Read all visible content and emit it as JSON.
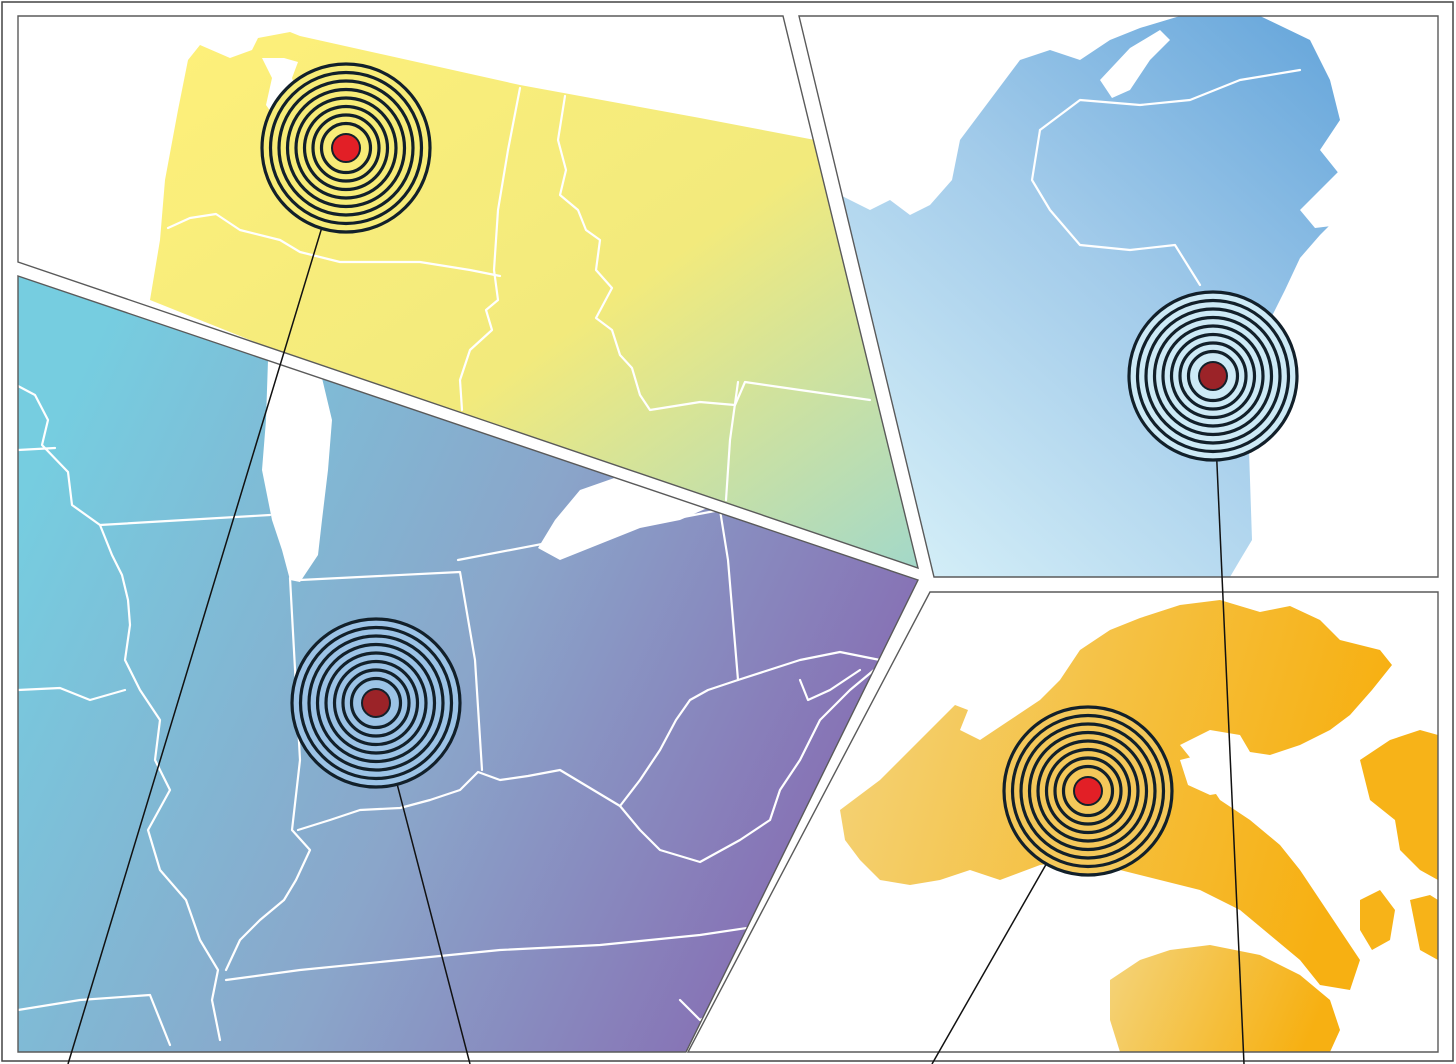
{
  "colors": {
    "northwest": [
      "#fef07a",
      "#f5ea76",
      "#a6d9c8"
    ],
    "midwest": [
      "#76cde0",
      "#8fa2c8",
      "#8a6cb2"
    ],
    "northeast": [
      "#6aa8dc",
      "#9cc8ea",
      "#cdebf6"
    ],
    "archipelago": [
      "#f4d47c",
      "#f5bb30",
      "#f7b214"
    ],
    "ring_stroke": "#12202a",
    "dot_bright": "#e21f26",
    "dot_dark": "#9b2328"
  },
  "panels": [
    {
      "id": "northwest",
      "target_icon": "target-rings-icon",
      "dot": "bright",
      "ring_fill": "#f7ec78"
    },
    {
      "id": "midwest",
      "target_icon": "target-rings-icon",
      "dot": "dark",
      "ring_fill": "#9cc3e6"
    },
    {
      "id": "northeast",
      "target_icon": "target-rings-icon",
      "dot": "dark",
      "ring_fill": "#cdeaf6"
    },
    {
      "id": "archipelago",
      "target_icon": "target-rings-icon",
      "dot": "bright",
      "ring_fill": "#f4c85a"
    }
  ]
}
